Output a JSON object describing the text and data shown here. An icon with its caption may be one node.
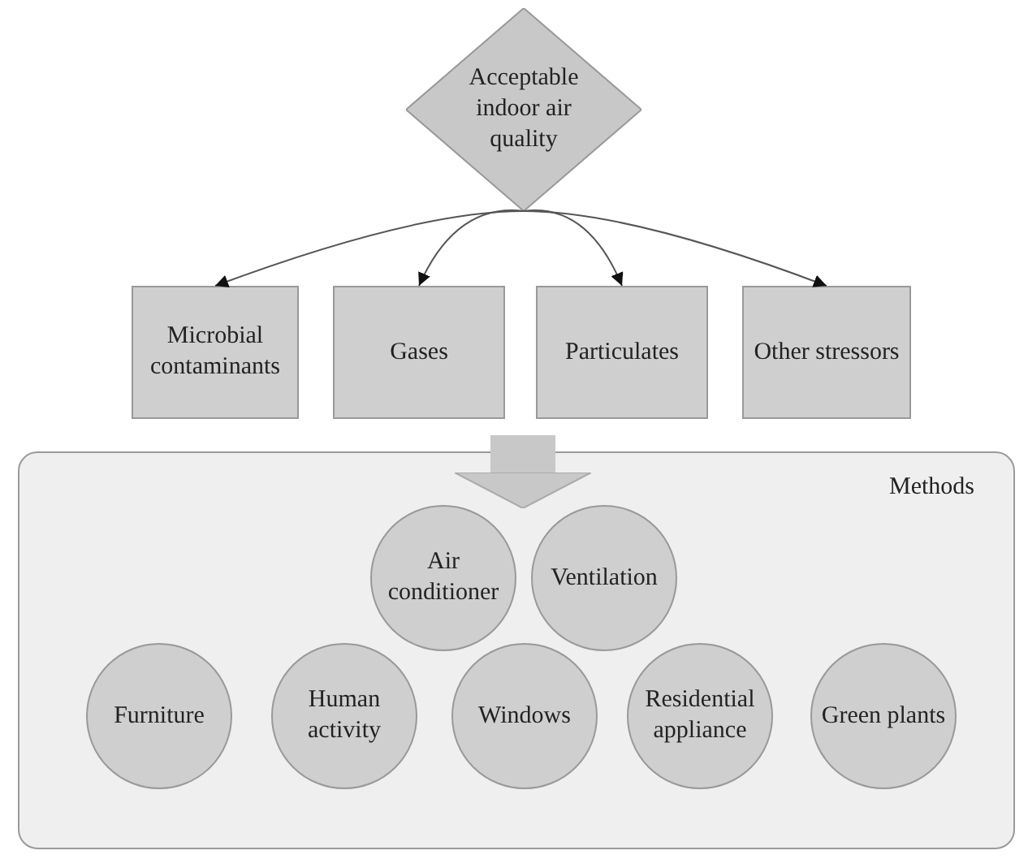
{
  "diagram": {
    "nodes": [
      {
        "text": [
          "Acceptable indoor air quality"
        ]
      },
      {
        "text": [
          "Microbial contaminants"
        ]
      },
      {
        "text": [
          "Gases"
        ]
      },
      {
        "text": [
          "Particulates"
        ]
      },
      {
        "text": [
          "Other stressors"
        ]
      },
      {
        "text": [
          "Methods"
        ]
      },
      {
        "text": [
          "Air conditioner"
        ],
        "in": 5
      },
      {
        "text": [
          "Ventilation"
        ],
        "in": 5
      },
      {
        "text": [
          "Furniture"
        ],
        "in": 5
      },
      {
        "text": [
          "Human activity"
        ],
        "in": 5
      },
      {
        "text": [
          "Windows"
        ],
        "in": 5
      },
      {
        "text": [
          "Residential appliance"
        ],
        "in": 5
      },
      {
        "text": [
          "Green plants"
        ],
        "in": 5
      }
    ],
    "edges": [
      {
        "from": 0,
        "to": 1,
        "arrow": "to"
      },
      {
        "from": 0,
        "to": 2,
        "arrow": "to"
      },
      {
        "from": 0,
        "to": 3,
        "arrow": "to"
      },
      {
        "from": 0,
        "to": 4,
        "arrow": "to"
      },
      {
        "from": null,
        "to": 5,
        "arrow": "to",
        "style": "thick",
        "color": "#c8c8c8"
      }
    ]
  }
}
